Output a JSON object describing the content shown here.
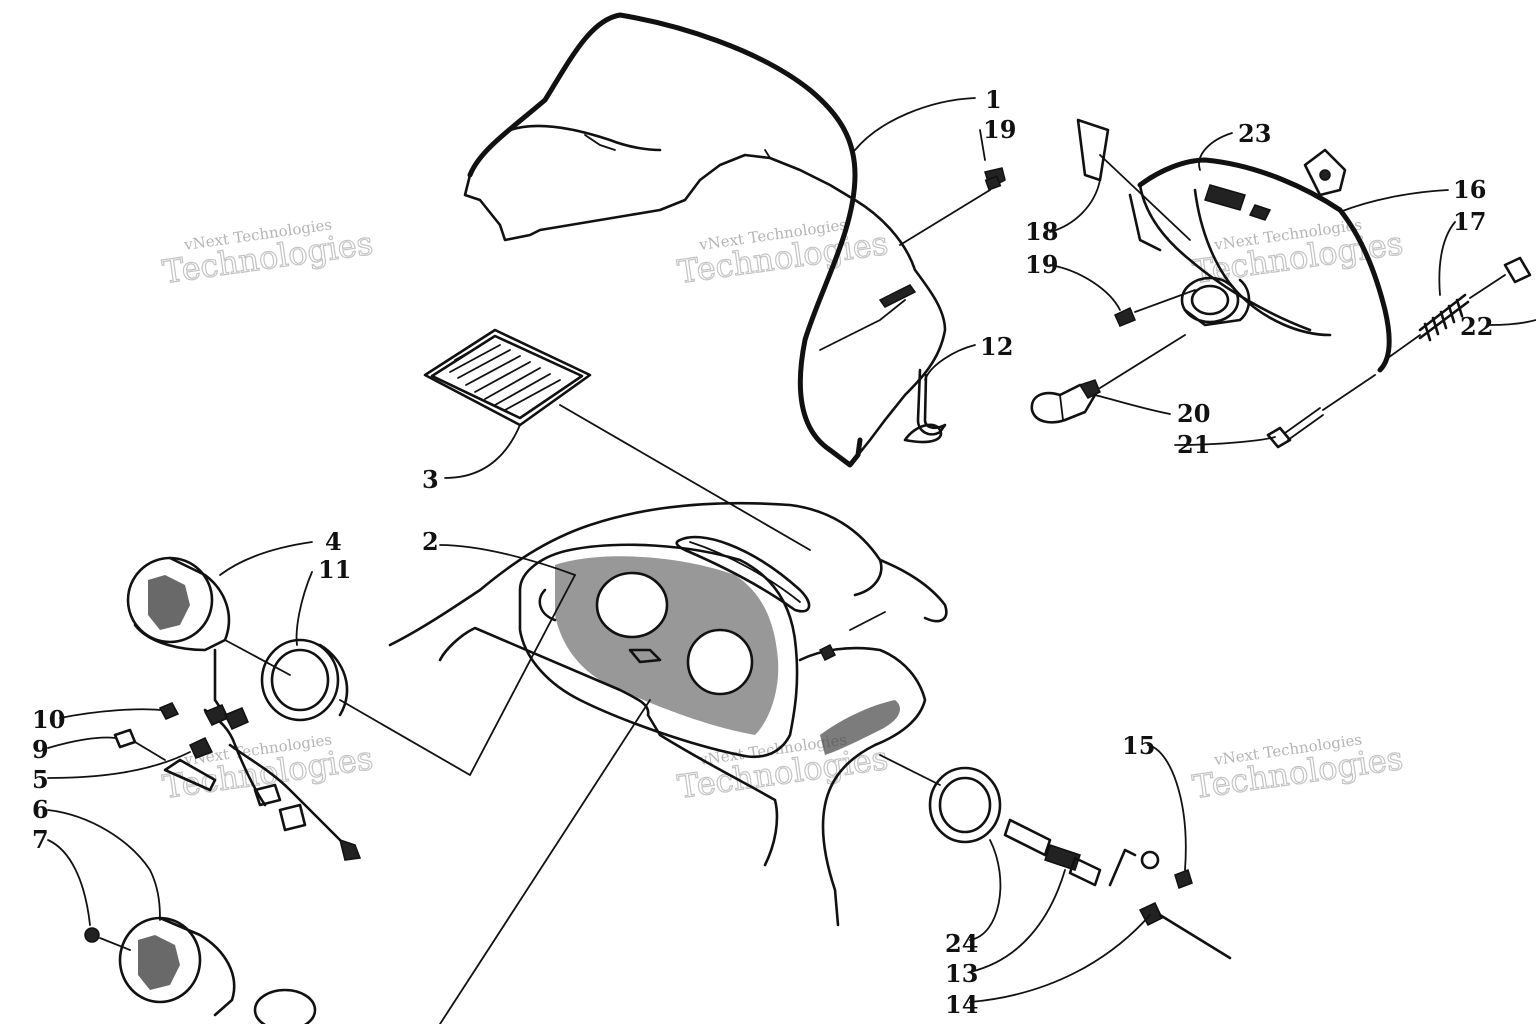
{
  "watermark": {
    "line1": "vNext Technologies",
    "line2": "Technologies"
  },
  "callouts": [
    {
      "id": "1",
      "label": "1"
    },
    {
      "id": "19a",
      "label": "19"
    },
    {
      "id": "12",
      "label": "12"
    },
    {
      "id": "3",
      "label": "3"
    },
    {
      "id": "2",
      "label": "2"
    },
    {
      "id": "4",
      "label": "4"
    },
    {
      "id": "11",
      "label": "11"
    },
    {
      "id": "10",
      "label": "10"
    },
    {
      "id": "9",
      "label": "9"
    },
    {
      "id": "5",
      "label": "5"
    },
    {
      "id": "6",
      "label": "6"
    },
    {
      "id": "7",
      "label": "7"
    },
    {
      "id": "23",
      "label": "23"
    },
    {
      "id": "16",
      "label": "16"
    },
    {
      "id": "17",
      "label": "17"
    },
    {
      "id": "18",
      "label": "18"
    },
    {
      "id": "19b",
      "label": "19"
    },
    {
      "id": "20",
      "label": "20"
    },
    {
      "id": "21",
      "label": "21"
    },
    {
      "id": "22",
      "label": "22"
    },
    {
      "id": "15",
      "label": "15"
    },
    {
      "id": "24",
      "label": "24"
    },
    {
      "id": "13",
      "label": "13"
    },
    {
      "id": "14",
      "label": "14"
    }
  ]
}
